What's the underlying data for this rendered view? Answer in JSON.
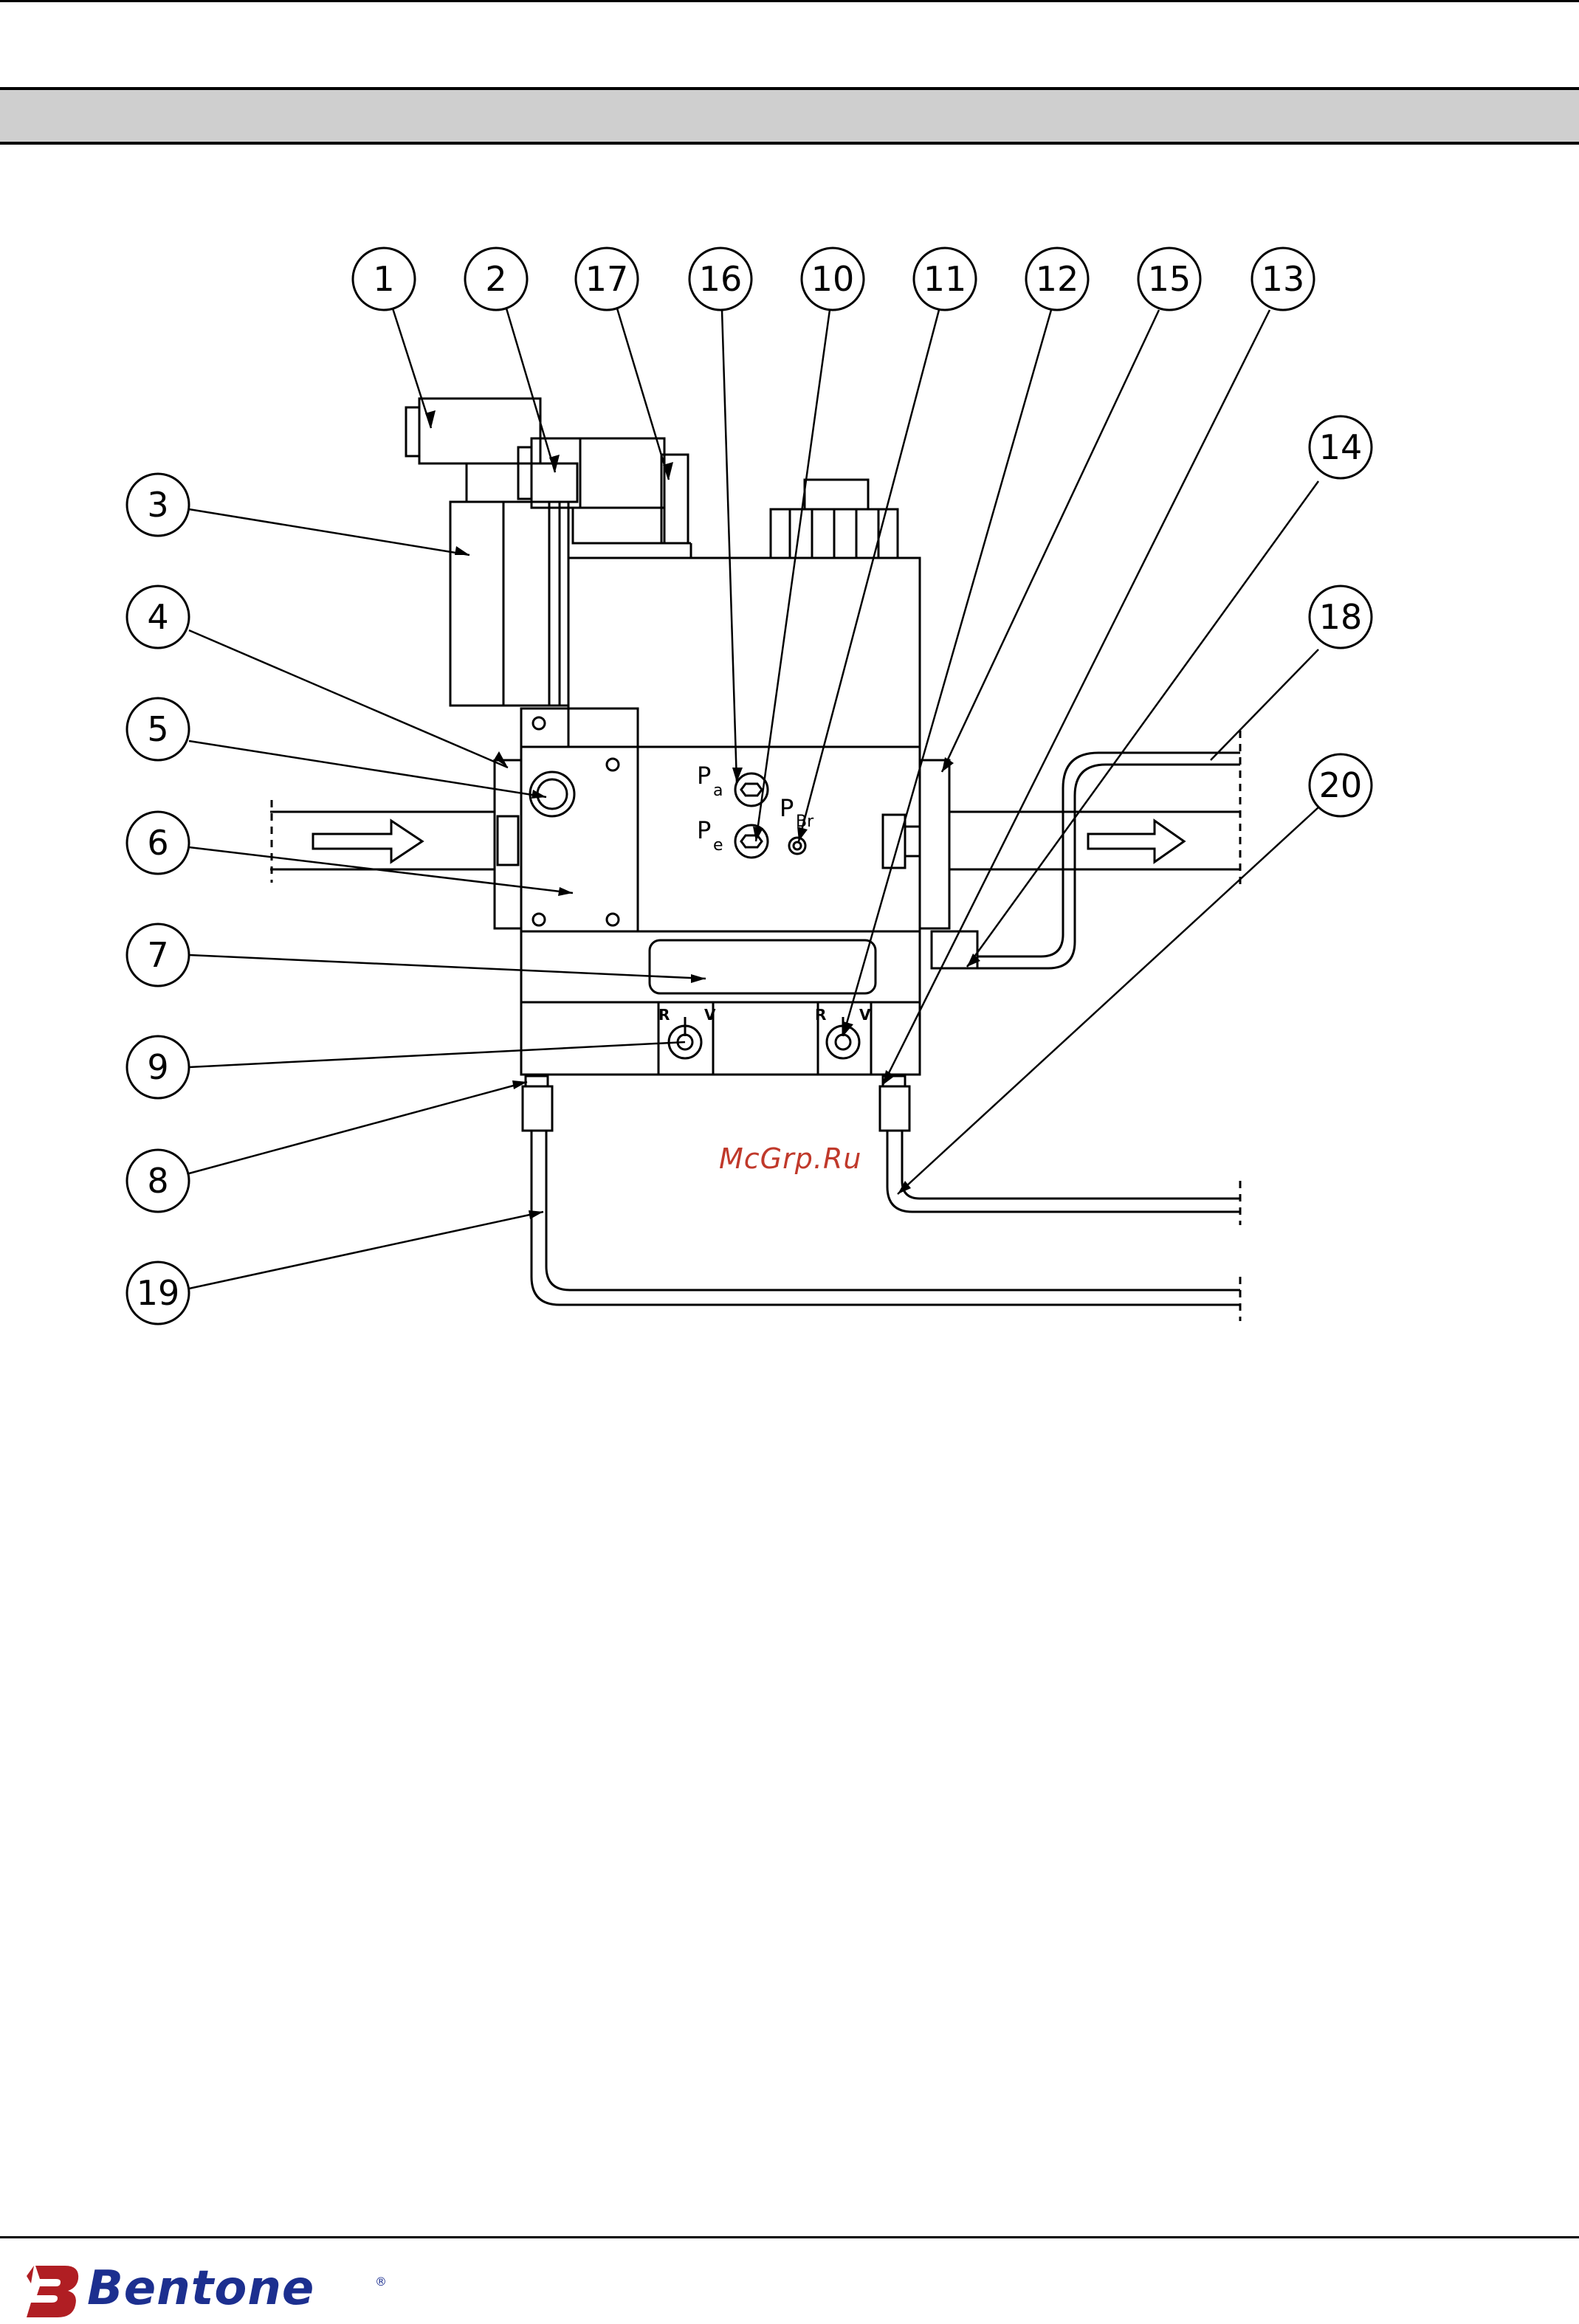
{
  "callouts": [
    "1",
    "2",
    "17",
    "16",
    "10",
    "11",
    "12",
    "15",
    "13",
    "14",
    "18",
    "20",
    "3",
    "4",
    "5",
    "6",
    "7",
    "9",
    "8",
    "19"
  ],
  "port_labels": {
    "pa_main": "P",
    "pa_sub": "a",
    "pe_main": "P",
    "pe_sub": "e",
    "pbr_main": "P",
    "pbr_sub": "Br",
    "r1": "R",
    "v1": "V",
    "r2": "R",
    "v2": "V"
  },
  "watermark": "McGrp.Ru",
  "logo": {
    "name": "Bentone",
    "reg": "®",
    "color": "#1c2f8f"
  }
}
